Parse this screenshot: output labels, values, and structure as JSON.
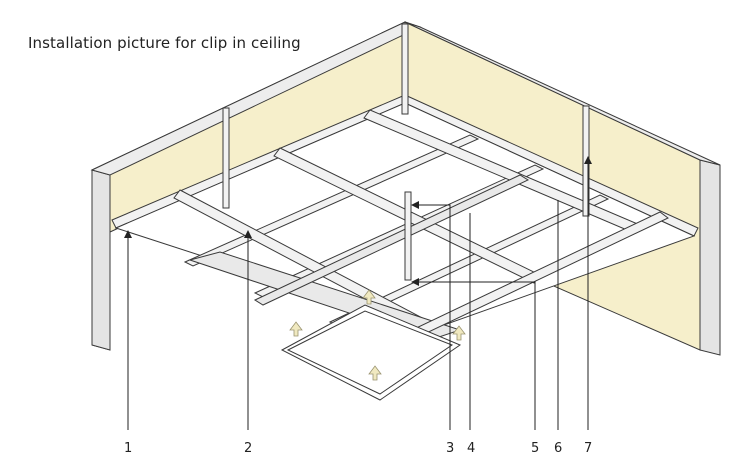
{
  "title": "Installation picture for clip in ceiling",
  "colors": {
    "wall": "#f6efcb",
    "wall_edge": "#d9d9d9",
    "line": "#3a3a3a",
    "rail_fill": "#f2f2f2",
    "arrow": "#cfc89a"
  },
  "callouts": [
    {
      "id": "1",
      "label": "1"
    },
    {
      "id": "2",
      "label": "2"
    },
    {
      "id": "3",
      "label": "3"
    },
    {
      "id": "4",
      "label": "4"
    },
    {
      "id": "5",
      "label": "5"
    },
    {
      "id": "6",
      "label": "6"
    },
    {
      "id": "7",
      "label": "7"
    }
  ]
}
